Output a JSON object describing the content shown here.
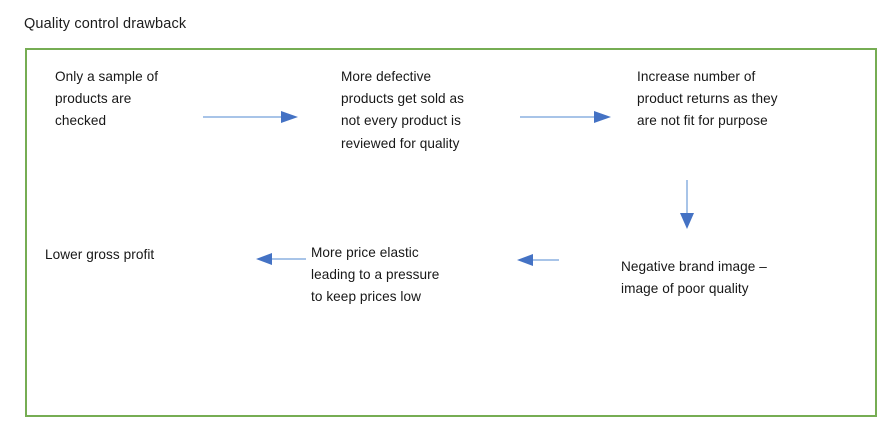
{
  "page": {
    "title": "Quality control drawback"
  },
  "theme": {
    "frame_border_color": "#76ad53",
    "arrow_line_color": "#a8c4e8",
    "arrow_head_color": "#4472c4",
    "text_color": "#171717",
    "background_color": "#ffffff"
  },
  "diagram": {
    "type": "flowchart",
    "nodes": [
      {
        "id": "sample",
        "text": "Only a sample of\nproducts are\nchecked"
      },
      {
        "id": "defective",
        "text": "More defective\nproducts get sold as\nnot every product is\nreviewed for quality"
      },
      {
        "id": "returns",
        "text": "Increase number of\nproduct returns as they\nare not fit for purpose"
      },
      {
        "id": "brand_image",
        "text": "Negative brand image –\nimage of poor quality"
      },
      {
        "id": "price_elastic",
        "text": "More price elastic\nleading to  a pressure\nto keep prices low"
      },
      {
        "id": "lower_profit",
        "text": "Lower gross profit"
      }
    ],
    "edges": [
      {
        "id": "edge-1",
        "from": "sample",
        "to": "defective",
        "direction": "right"
      },
      {
        "id": "edge-2",
        "from": "defective",
        "to": "returns",
        "direction": "right"
      },
      {
        "id": "edge-3",
        "from": "returns",
        "to": "brand_image",
        "direction": "down"
      },
      {
        "id": "edge-4",
        "from": "brand_image",
        "to": "price_elastic",
        "direction": "left"
      },
      {
        "id": "edge-5",
        "from": "price_elastic",
        "to": "lower_profit",
        "direction": "left"
      }
    ]
  }
}
